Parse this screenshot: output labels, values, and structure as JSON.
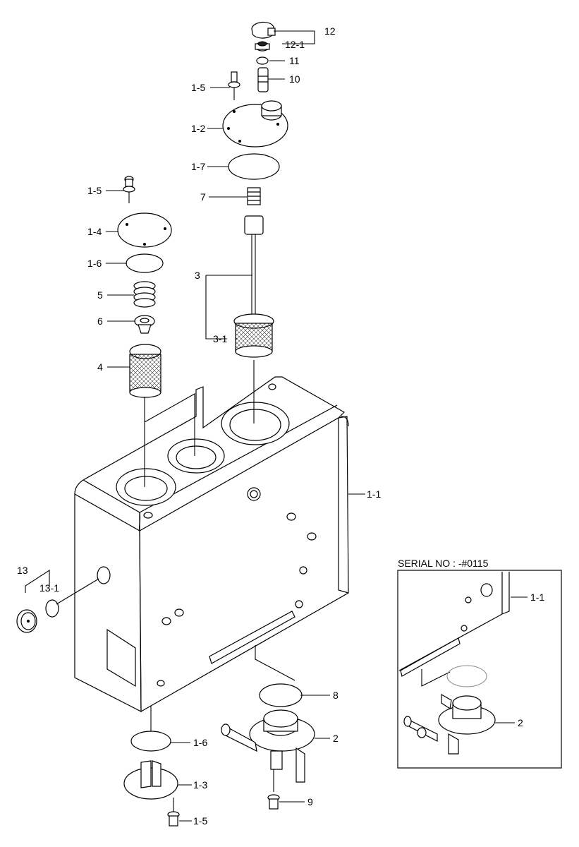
{
  "labels": {
    "l12": "12",
    "l12_1": "12-1",
    "l11": "11",
    "l10": "10",
    "l1_5_top": "1-5",
    "l1_2": "1-2",
    "l1_7": "1-7",
    "l7": "7",
    "l1_5_left": "1-5",
    "l1_4": "1-4",
    "l1_6_left": "1-6",
    "l5": "5",
    "l6": "6",
    "l4": "4",
    "l3": "3",
    "l3_1": "3-1",
    "l1_1": "1-1",
    "l13": "13",
    "l13_1": "13-1",
    "l8": "8",
    "l2": "2",
    "l1_6_bottom": "1-6",
    "l1_3": "1-3",
    "l9": "9",
    "l1_5_bottom": "1-5"
  },
  "inset": {
    "serial": "SERIAL NO : -#0115",
    "l1_1": "1-1",
    "l2": "2"
  }
}
